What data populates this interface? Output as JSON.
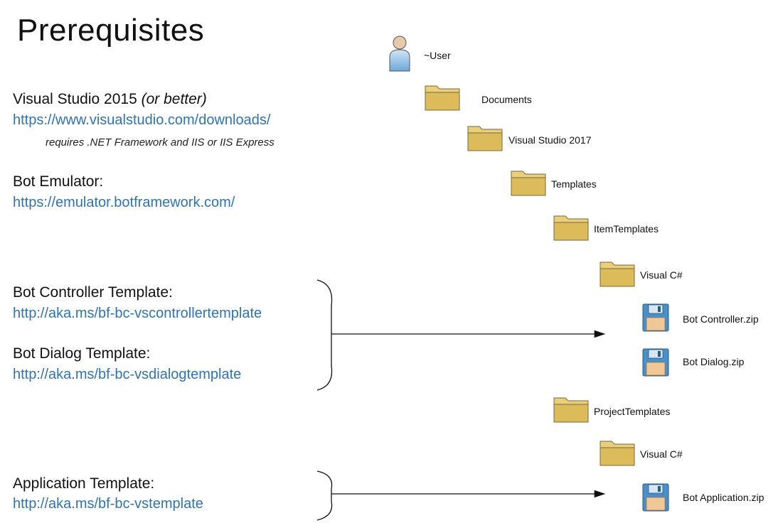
{
  "title": "Prerequisites",
  "sections": {
    "vs": {
      "heading": "Visual Studio 2015",
      "heading_suffix": "(or better)",
      "link": "https://www.visualstudio.com/downloads/",
      "note": "requires .NET Framework and IIS or IIS Express"
    },
    "emulator": {
      "heading": "Bot Emulator:",
      "link": "https://emulator.botframework.com/"
    },
    "controller": {
      "heading": "Bot Controller Template:",
      "link": "http://aka.ms/bf-bc-vscontrollertemplate"
    },
    "dialog": {
      "heading": "Bot Dialog Template:",
      "link": "http://aka.ms/bf-bc-vsdialogtemplate"
    },
    "application": {
      "heading": "Application Template:",
      "link": "http://aka.ms/bf-bc-vstemplate"
    }
  },
  "tree": {
    "user": "~User",
    "documents": "Documents",
    "vs2017": "Visual Studio 2017",
    "templates": "Templates",
    "item_templates": "ItemTemplates",
    "visual_cs_1": "Visual C#",
    "bot_controller_zip": "Bot Controller.zip",
    "bot_dialog_zip": "Bot Dialog.zip",
    "project_templates": "ProjectTemplates",
    "visual_cs_2": "Visual C#",
    "bot_application_zip": "Bot Application.zip"
  },
  "icons": {
    "user": "user-icon",
    "folder": "folder-icon",
    "zip": "floppy-disk-icon"
  },
  "colors": {
    "link": "#2e74b5",
    "folder": "#e3c66a",
    "floppy": "#4a90c8"
  }
}
